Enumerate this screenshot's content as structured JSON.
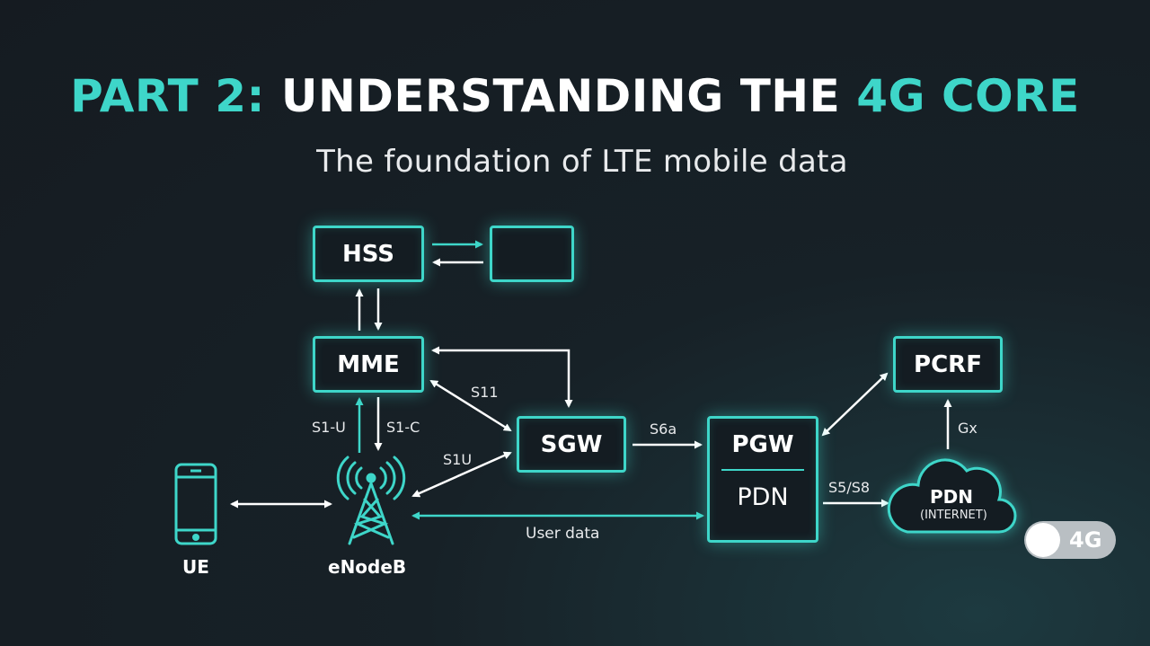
{
  "title": {
    "part": "PART 2:",
    "middle": "UNDERSTANDING THE",
    "accent": "4G CORE"
  },
  "subtitle": "The foundation of LTE mobile data",
  "nodes": {
    "hss": "HSS",
    "mme": "MME",
    "sgw": "SGW",
    "pgw": "PGW",
    "pdn_gw": "PDN",
    "pcrf": "PCRF",
    "pdn_cloud": "PDN",
    "pdn_cloud_sub": "(INTERNET)",
    "ue": "UE",
    "enodeb": "eNodeB"
  },
  "links": {
    "s1u_mme": "S1-U",
    "s1c": "S1-C",
    "s11": "S11",
    "s1u_sgw": "S1U",
    "s6a": "S6a",
    "s5s8": "S5/S8",
    "gx": "Gx",
    "user_data": "User data"
  },
  "badge": "4G",
  "icons": [
    "database-icon",
    "smartphone-icon",
    "cell-tower-icon",
    "cloud-icon"
  ],
  "colors": {
    "accent": "#3ed6c9",
    "background": "#161e24",
    "text": "#ffffff"
  }
}
